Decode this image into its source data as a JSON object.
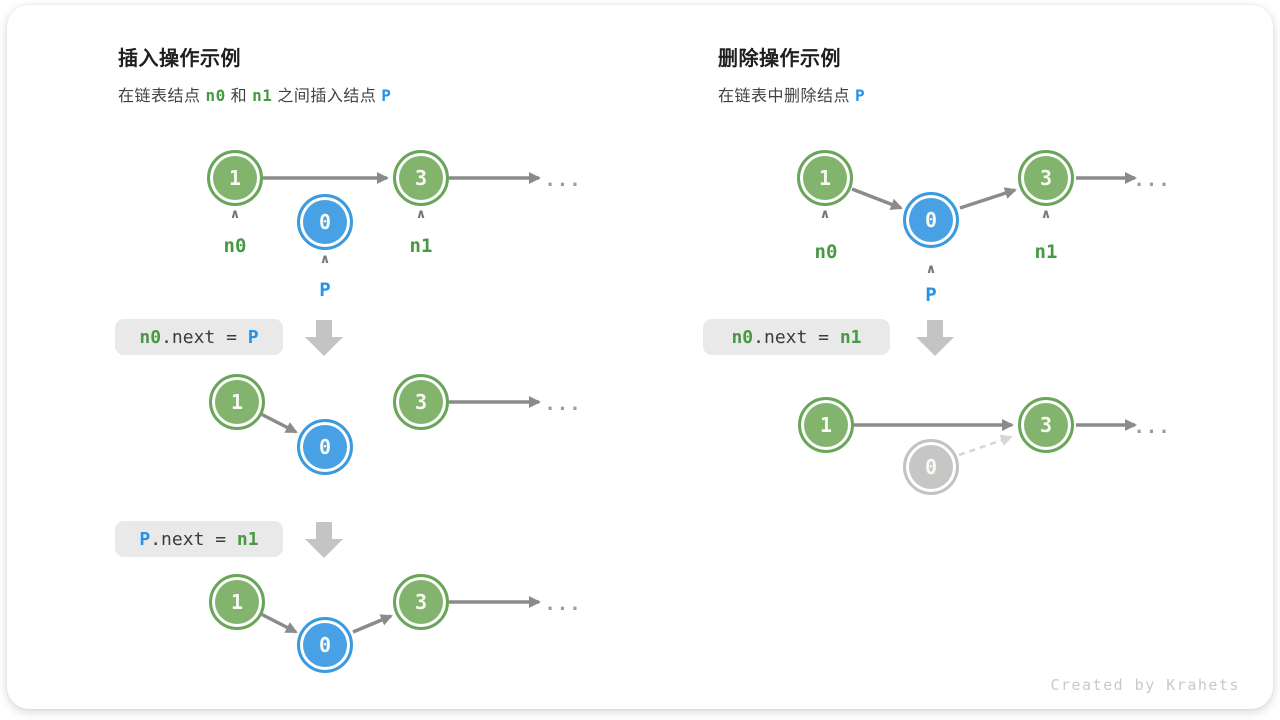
{
  "palette": {
    "green_node_fill": "#83b46d",
    "green_node_border": "#6aa659",
    "blue_node_fill": "#47a1e4",
    "blue_node_border": "#3c9ade",
    "gray_node_fill": "#c6c6c6",
    "green_text": "#479943",
    "blue_text": "#2492e8",
    "code_dark_text": "#3b3b3b",
    "arrow_gray": "#8b8b8b",
    "dashed_arrow_gray": "#d6d6d6",
    "block_arrow_gray": "#c4c4c4",
    "codebox_bg": "#e9e9e9",
    "dots_gray": "#9c9c9c",
    "caret_gray": "#767676",
    "footer_gray": "#c9c9c9"
  },
  "shared": {
    "caret_glyph": "∧"
  },
  "left": {
    "title": "插入操作示例",
    "subtitle": [
      {
        "text": "在链表结点 "
      },
      {
        "text": "n0"
      },
      {
        "text": " 和 "
      },
      {
        "text": "n1"
      },
      {
        "text": " 之间插入结点 "
      },
      {
        "text": "P"
      }
    ],
    "diagram1": {
      "node1": "1",
      "node3": "3",
      "nodeP": "0",
      "label_n0": "n0",
      "label_n1": "n1",
      "label_p": "P",
      "ellipsis": "..."
    },
    "codebox1": {
      "tokens": [
        {
          "text": "n0"
        },
        {
          "text": ".next = "
        },
        {
          "text": "P"
        }
      ]
    },
    "diagram2": {
      "node1": "1",
      "node3": "3",
      "nodeP": "0",
      "ellipsis": "..."
    },
    "codebox2": {
      "tokens": [
        {
          "text": "P"
        },
        {
          "text": ".next = "
        },
        {
          "text": "n1"
        }
      ]
    },
    "diagram3": {
      "node1": "1",
      "node3": "3",
      "nodeP": "0",
      "ellipsis": "..."
    }
  },
  "right": {
    "title": "删除操作示例",
    "subtitle": [
      {
        "text": "在链表中删除结点 "
      },
      {
        "text": "P"
      }
    ],
    "diagram1": {
      "node1": "1",
      "node3": "3",
      "nodeP": "0",
      "label_n0": "n0",
      "label_n1": "n1",
      "label_p": "P",
      "ellipsis": "..."
    },
    "codebox1": {
      "tokens": [
        {
          "text": "n0"
        },
        {
          "text": ".next = "
        },
        {
          "text": "n1"
        }
      ]
    },
    "diagram2": {
      "node1": "1",
      "node3": "3",
      "nodeP": "0",
      "ellipsis": "..."
    }
  },
  "footer": {
    "credit": "Created by Krahets"
  }
}
